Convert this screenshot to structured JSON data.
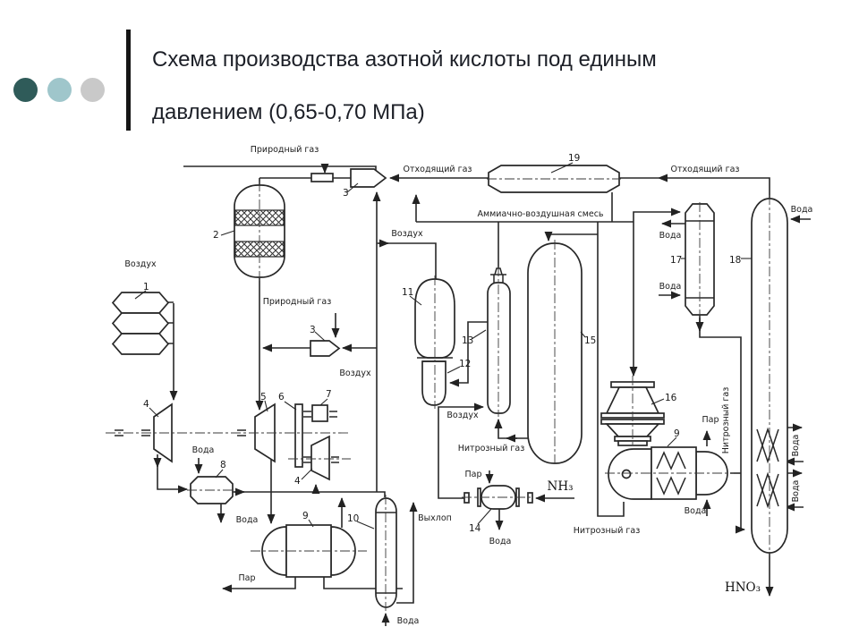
{
  "slide": {
    "title_line1": "Схема производства азотной кислоты под единым",
    "title_line2": "давлением (0,65-0,70 МПа)"
  },
  "labels": {
    "natural_gas": "Природный газ",
    "exhaust_gas": "Отходящий газ",
    "ammonia_air_mix": "Аммиачно-воздушная смесь",
    "air": "Воздух",
    "water": "Вода",
    "steam": "Пар",
    "nitrous_gas": "Нитрозный газ",
    "tail_exhaust": "Выхлоп",
    "nh3": "NH₃",
    "hno3": "HNO₃"
  },
  "numbers": {
    "n1": "1",
    "n2": "2",
    "n3": "3",
    "n4": "4",
    "n5": "5",
    "n6": "6",
    "n7": "7",
    "n8": "8",
    "n9": "9",
    "n10": "10",
    "n11": "11",
    "n12": "12",
    "n13": "13",
    "n14": "14",
    "n15": "15",
    "n16": "16",
    "n17": "17",
    "n18": "18",
    "n19": "19"
  },
  "colors": {
    "bullet_dark_teal": "#2f5b59",
    "bullet_light_teal": "#9fc6cb",
    "bullet_gray": "#c9c9c9",
    "title_text": "#1c1f27",
    "line_ink": "#282828"
  }
}
